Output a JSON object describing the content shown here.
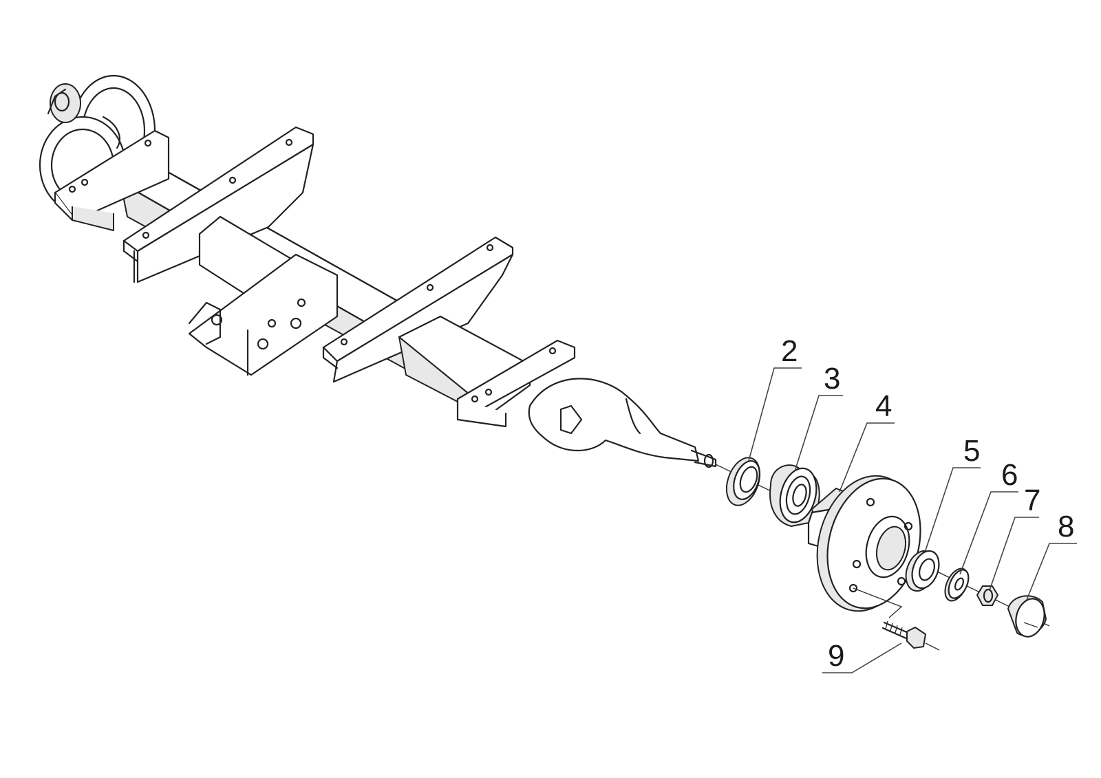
{
  "diagram": {
    "callouts": [
      {
        "id": "part-2",
        "label": "2"
      },
      {
        "id": "part-3",
        "label": "3"
      },
      {
        "id": "part-4",
        "label": "4"
      },
      {
        "id": "part-5",
        "label": "5"
      },
      {
        "id": "part-6",
        "label": "6"
      },
      {
        "id": "part-7",
        "label": "7"
      },
      {
        "id": "part-8",
        "label": "8"
      },
      {
        "id": "part-9",
        "label": "9"
      }
    ],
    "colors": {
      "line": "#222222",
      "background": "#ffffff",
      "shade": "#e8e8e8"
    }
  }
}
